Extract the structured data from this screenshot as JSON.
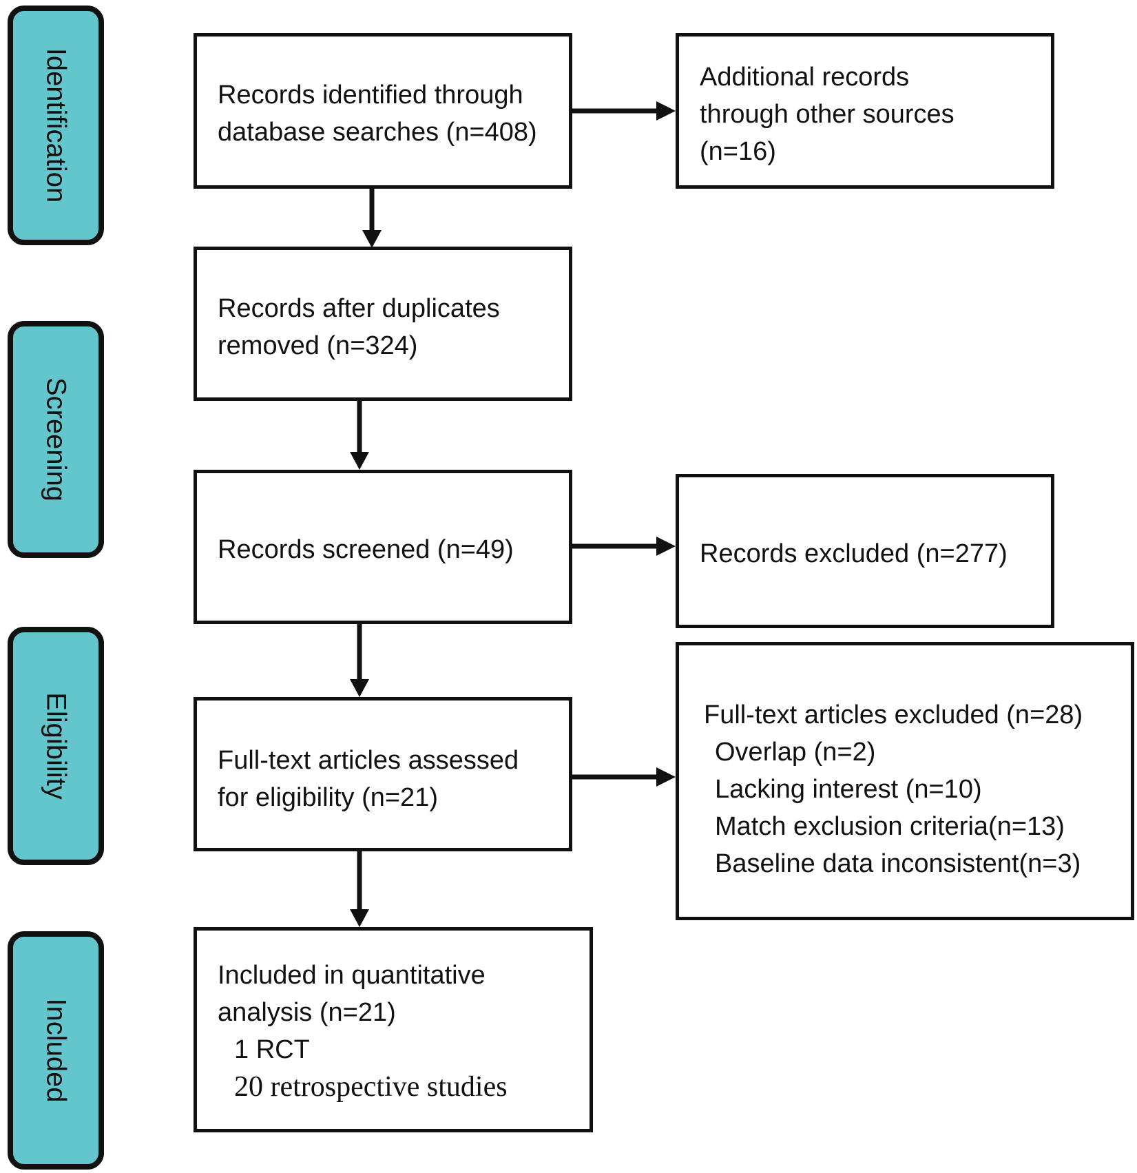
{
  "stages": {
    "identification": "Identification",
    "screening": "Screening",
    "eligibility": "Eligibility",
    "included": "Included"
  },
  "boxes": {
    "database_records": {
      "line1": "Records identified through",
      "line2": "database searches (n=408)"
    },
    "other_sources": {
      "line1": "Additional records",
      "line2": "through other sources",
      "line3": "(n=16)"
    },
    "after_duplicates": {
      "line1": "Records after duplicates",
      "line2": "removed (n=324)"
    },
    "screened": {
      "line1": "Records screened (n=49)"
    },
    "excluded": {
      "line1": "Records excluded (n=277)"
    },
    "full_text_assessed": {
      "line1": "Full-text articles assessed",
      "line2": "for eligibility (n=21)"
    },
    "full_text_excluded": {
      "heading": "Full-text articles excluded (n=28)",
      "reasons": [
        "Overlap (n=2)",
        "Lacking interest (n=10)",
        "Match exclusion criteria(n=13)",
        "Baseline data inconsistent(n=3)"
      ]
    },
    "included": {
      "line1": "Included in quantitative",
      "line2": "analysis (n=21)",
      "line3": "1 RCT",
      "line4": "20 retrospective studies"
    }
  },
  "colors": {
    "stage_fill": "#63c6cc",
    "border": "#111111"
  }
}
